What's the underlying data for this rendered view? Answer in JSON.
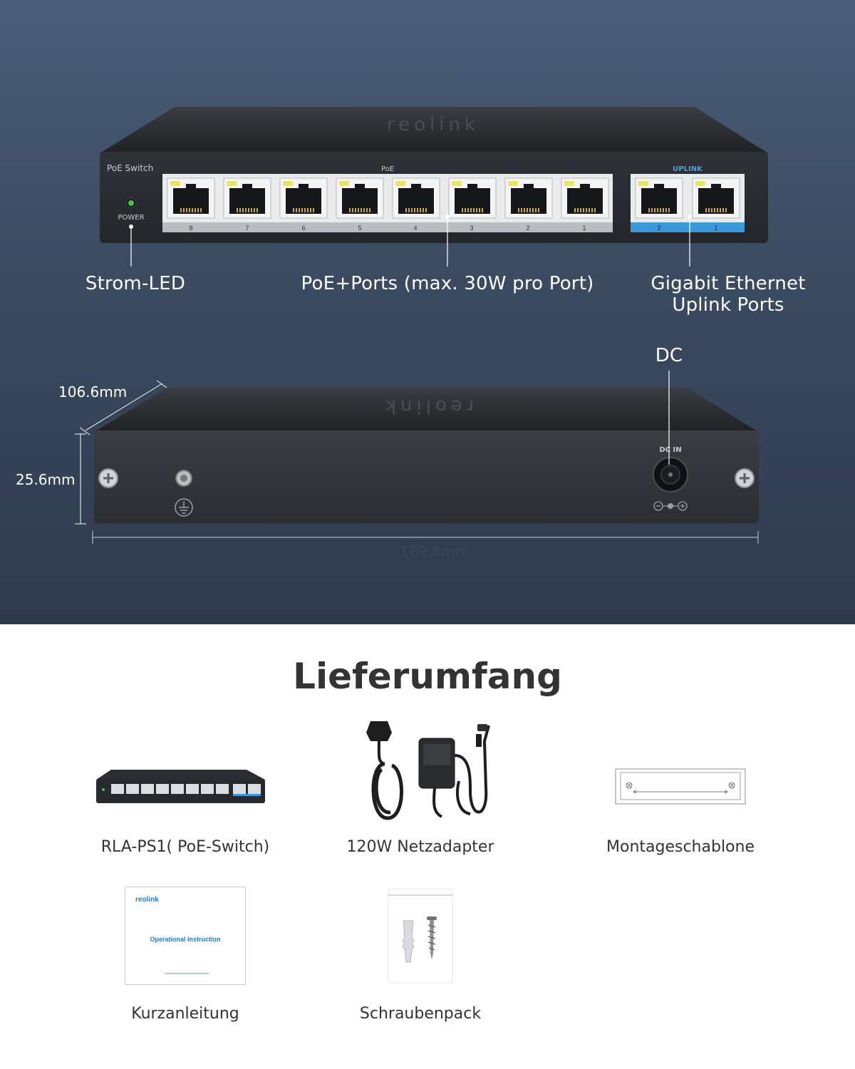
{
  "hero": {
    "brand": "reolink",
    "front_panel": {
      "poe_switch_label": "PoE Switch",
      "poe_label": "PoE",
      "uplink_label": "UPLINK",
      "power_label": "POWER",
      "poe_port_numbers": [
        "8",
        "7",
        "6",
        "5",
        "4",
        "3",
        "2",
        "1"
      ],
      "uplink_port_numbers": [
        "2",
        "1"
      ]
    },
    "back_panel": {
      "dc_in_label": "DC IN"
    },
    "callouts": {
      "power_led": "Strom-LED",
      "poe_ports": "PoE+Ports (max. 30W pro Port)",
      "uplink_line1": "Gigabit Ethernet",
      "uplink_line2": "Uplink Ports",
      "dc": "DC"
    },
    "dimensions": {
      "depth": "106.6mm",
      "height": "25.6mm",
      "width": "189.6mm"
    }
  },
  "package": {
    "title": "Lieferumfang",
    "items": [
      {
        "label": "RLA-PS1( PoE-Switch)"
      },
      {
        "label": "120W Netzadapter"
      },
      {
        "label": "Montageschablone"
      },
      {
        "label": "Kurzanleitung"
      },
      {
        "label": "Schraubenpack"
      }
    ],
    "manual_cover": {
      "brand": "reolink",
      "title": "Operational Instruction"
    }
  },
  "colors": {
    "bg_top": "#4a5d77",
    "bg_bottom": "#2e3a4d",
    "device_body": "#2a2d31",
    "uplink_accent": "#3a9ad9",
    "led_yellow": "#e8e46a",
    "text_dark": "#333333"
  }
}
